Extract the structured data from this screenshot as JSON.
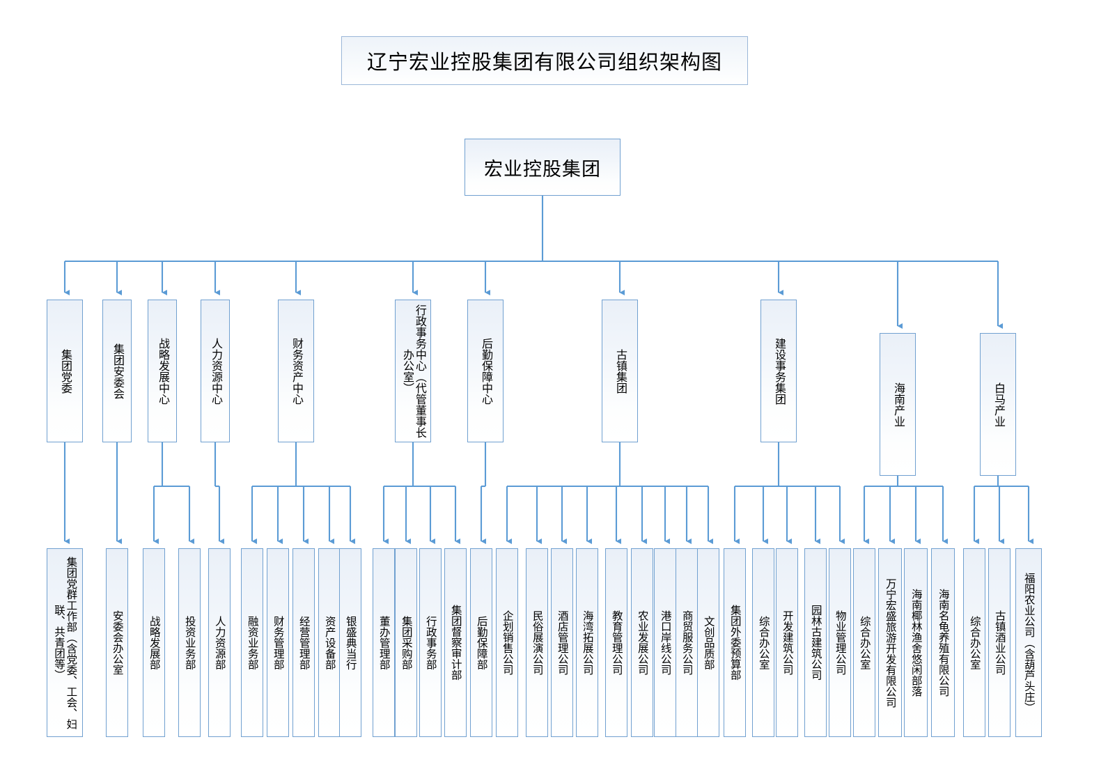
{
  "page": {
    "title": "辽宁宏业控股集团有限公司组织架构图",
    "root": "宏业控股集团",
    "accent_border": "#70a0d0",
    "accent_line": "#5b9bd5",
    "fill_top": "#eaf0f8",
    "fill_bottom": "#ffffff",
    "background": "#ffffff"
  },
  "divisions": [
    {
      "id": "d1",
      "label": "集团党委"
    },
    {
      "id": "d2",
      "label": "集团安委会"
    },
    {
      "id": "d3",
      "label": "战略发展中心"
    },
    {
      "id": "d4",
      "label": "人力资源中心"
    },
    {
      "id": "d5",
      "label": "财务资产中心"
    },
    {
      "id": "d6",
      "label": "行政事务中心（代管董事长办公室）"
    },
    {
      "id": "d7",
      "label": "后勤保障中心"
    },
    {
      "id": "d8",
      "label": "古镇集团"
    },
    {
      "id": "d9",
      "label": "建设事务集团"
    },
    {
      "id": "d10",
      "label": "海南产业"
    },
    {
      "id": "d11",
      "label": "白马产业"
    }
  ],
  "units": [
    {
      "id": "u1",
      "label": "集团党群工作部（含党委、工会、妇联、共青团等）",
      "parent": "d1"
    },
    {
      "id": "u2",
      "label": "安委会办公室",
      "parent": "d2"
    },
    {
      "id": "u3",
      "label": "战略发展部",
      "parent": "d3"
    },
    {
      "id": "u4",
      "label": "投资业务部",
      "parent": "d3"
    },
    {
      "id": "u5",
      "label": "人力资源部",
      "parent": "d4"
    },
    {
      "id": "u6",
      "label": "融资业务部",
      "parent": "d5"
    },
    {
      "id": "u7",
      "label": "财务管理部",
      "parent": "d5"
    },
    {
      "id": "u8",
      "label": "经营管理部",
      "parent": "d5"
    },
    {
      "id": "u9",
      "label": "资产设备部",
      "parent": "d5"
    },
    {
      "id": "u10",
      "label": "银盛典当行",
      "parent": "d5"
    },
    {
      "id": "u11",
      "label": "董办管理部",
      "parent": "d6"
    },
    {
      "id": "u12",
      "label": "集团采购部",
      "parent": "d6"
    },
    {
      "id": "u13",
      "label": "行政事务部",
      "parent": "d6"
    },
    {
      "id": "u14",
      "label": "集团督察审计部",
      "parent": "d6"
    },
    {
      "id": "u15",
      "label": "后勤保障部",
      "parent": "d7"
    },
    {
      "id": "u16",
      "label": "企划销售公司",
      "parent": "d8"
    },
    {
      "id": "u17",
      "label": "民俗展演公司",
      "parent": "d8"
    },
    {
      "id": "u18",
      "label": "酒店管理公司",
      "parent": "d8"
    },
    {
      "id": "u19",
      "label": "海湾拓展公司",
      "parent": "d8"
    },
    {
      "id": "u20",
      "label": "教育管理公司",
      "parent": "d8"
    },
    {
      "id": "u21",
      "label": "农业发展公司",
      "parent": "d8"
    },
    {
      "id": "u22",
      "label": "港口岸线公司",
      "parent": "d8"
    },
    {
      "id": "u23",
      "label": "商贸服务公司",
      "parent": "d8"
    },
    {
      "id": "u24",
      "label": "文创品质部",
      "parent": "d8"
    },
    {
      "id": "u25",
      "label": "集团外委预算部",
      "parent": "d9"
    },
    {
      "id": "u26",
      "label": "综合办公室",
      "parent": "d9"
    },
    {
      "id": "u27",
      "label": "开发建筑公司",
      "parent": "d9"
    },
    {
      "id": "u28",
      "label": "园林古建筑公司",
      "parent": "d9"
    },
    {
      "id": "u29",
      "label": "物业管理公司",
      "parent": "d9"
    },
    {
      "id": "u30",
      "label": "综合办公室",
      "parent": "d10"
    },
    {
      "id": "u31",
      "label": "万宁宏盛旅游开发有限公司",
      "parent": "d10"
    },
    {
      "id": "u32",
      "label": "海南椰林渔舍悠闲部落",
      "parent": "d10"
    },
    {
      "id": "u33",
      "label": "海南名龟养殖有限公司",
      "parent": "d10"
    },
    {
      "id": "u34",
      "label": "综合办公室",
      "parent": "d11"
    },
    {
      "id": "u35",
      "label": "古镇酒业公司",
      "parent": "d11"
    },
    {
      "id": "u36",
      "label": "福阳农业公司（含葫芦头庄）",
      "parent": "d11"
    }
  ]
}
